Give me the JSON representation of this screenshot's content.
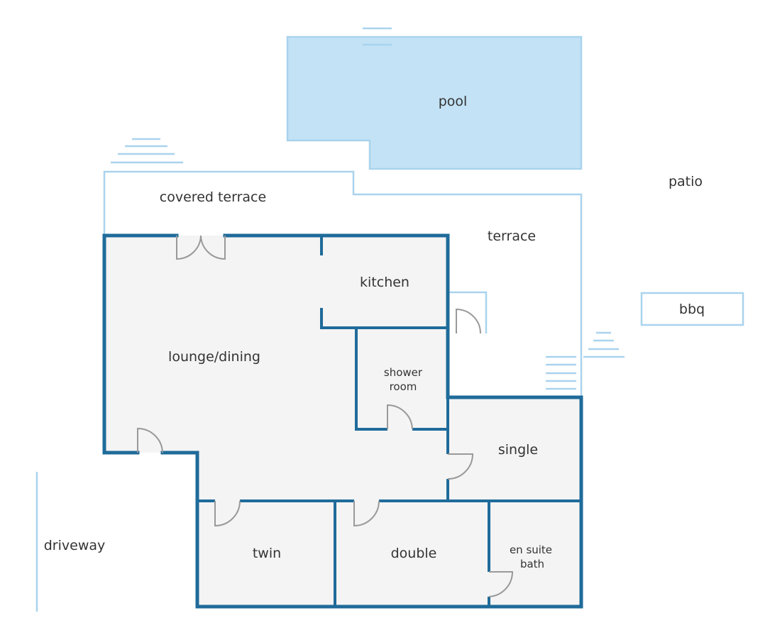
{
  "labels": {
    "pool": "pool",
    "patio": "patio",
    "covered_terrace": "covered terrace",
    "terrace": "terrace",
    "kitchen": "kitchen",
    "bbq": "bbq",
    "lounge_dining": "lounge/dining",
    "shower_room_line1": "shower",
    "shower_room_line2": "room",
    "single": "single",
    "driveway": "driveway",
    "twin": "twin",
    "double": "double",
    "en_suite_line1": "en suite",
    "en_suite_line2": "bath"
  },
  "colors": {
    "wall": "#1f6b9a",
    "outdoor_outline": "#a9d3ee",
    "pool_fill": "#c3e2f6",
    "room_fill": "#f4f4f4",
    "door": "#999999",
    "text": "#333333"
  }
}
